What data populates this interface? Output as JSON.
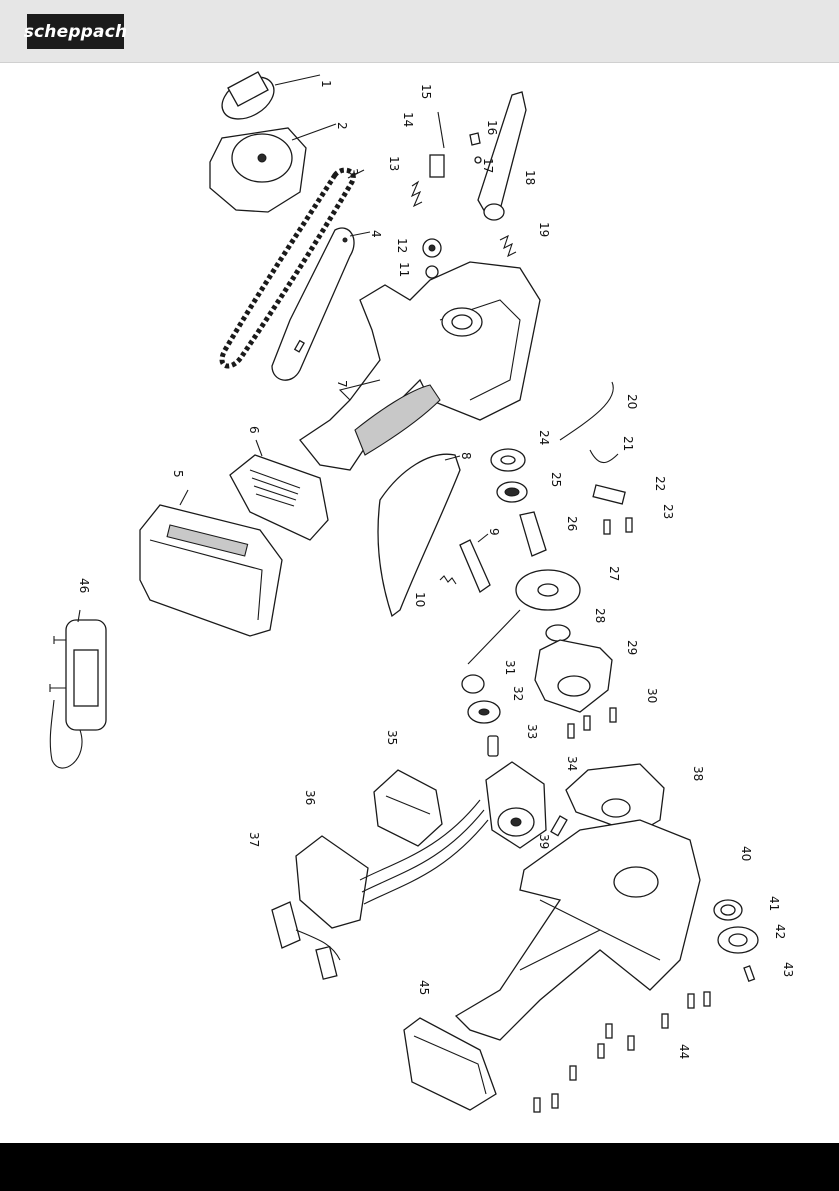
{
  "header": {
    "brand_logo_text": "scheppach",
    "logo_color": "#1c1c1c",
    "band_color": "#e6e6e6"
  },
  "footer": {
    "color": "#000000"
  },
  "diagram": {
    "labels": [
      "1",
      "2",
      "3",
      "4",
      "5",
      "6",
      "7",
      "8",
      "9",
      "10",
      "11",
      "12",
      "13",
      "14",
      "15",
      "16",
      "17",
      "18",
      "19",
      "20",
      "21",
      "22",
      "23",
      "24",
      "25",
      "26",
      "27",
      "28",
      "29",
      "30",
      "31",
      "32",
      "33",
      "34",
      "35",
      "36",
      "37",
      "38",
      "39",
      "40",
      "41",
      "42",
      "43",
      "44",
      "45",
      "46"
    ]
  }
}
